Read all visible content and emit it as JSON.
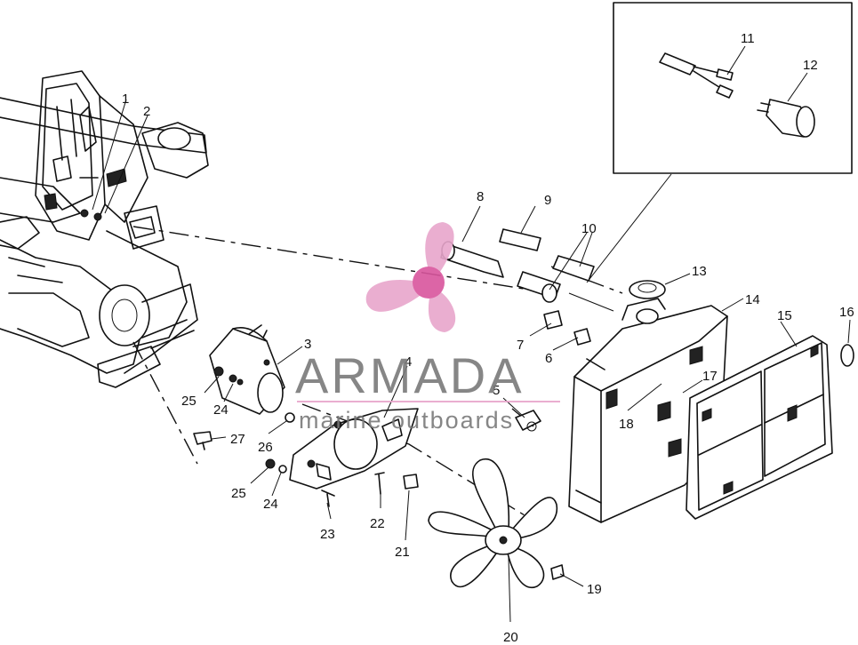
{
  "diagram": {
    "part_labels": [
      "1",
      "2",
      "3",
      "4",
      "5",
      "6",
      "7",
      "8",
      "9",
      "10",
      "11",
      "12",
      "13",
      "14",
      "15",
      "16",
      "17",
      "18",
      "19",
      "20",
      "21",
      "22",
      "23",
      "24",
      "24",
      "25",
      "25",
      "26",
      "27"
    ]
  },
  "watermark": {
    "brand": "ARMADA",
    "tagline": "marine outboards",
    "colors": {
      "propeller": "#e8a6cc",
      "hub": "#d9559d",
      "text": "#7a7a7a"
    }
  }
}
